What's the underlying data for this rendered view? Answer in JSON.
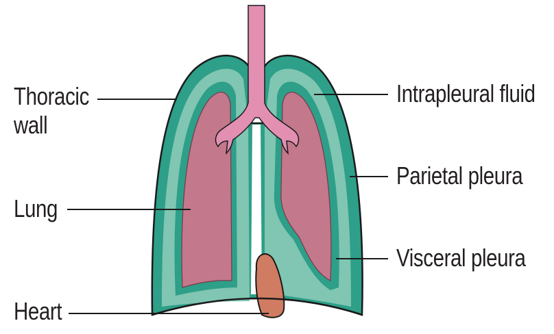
{
  "labels": {
    "thoracic_wall_line1": "Thoracic",
    "thoracic_wall_line2": "wall",
    "lung": "Lung",
    "heart": "Heart",
    "intrapleural_fluid": "Intrapleural fluid",
    "parietal_pleura": "Parietal pleura",
    "visceral_pleura": "Visceral pleura"
  },
  "colors": {
    "pleura_outer": "#2e9f88",
    "pleural_cavity": "#80c6b2",
    "lung": "#c4788c",
    "trachea": "#e28fb2",
    "heart": "#cf7c62",
    "outline": "#1a1a1a"
  }
}
